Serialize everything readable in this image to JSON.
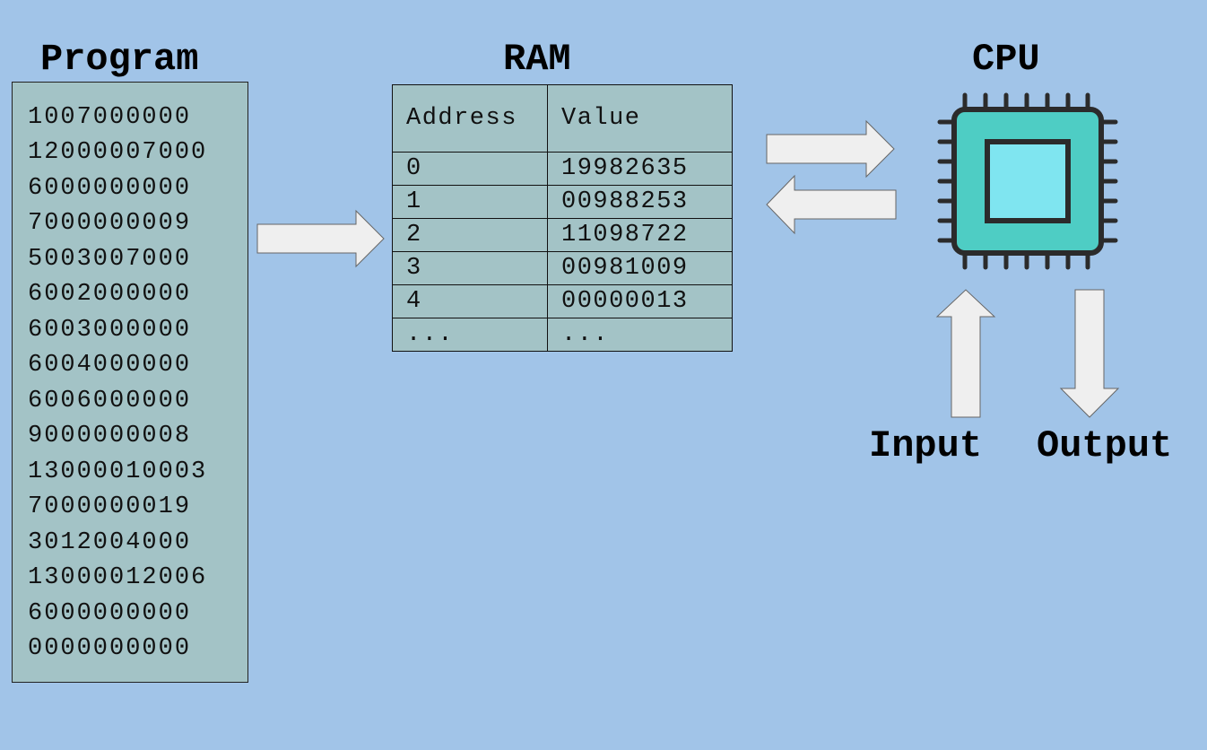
{
  "program": {
    "title": "Program",
    "lines": [
      "1007000000",
      "12000007000",
      "6000000000",
      "7000000009",
      "5003007000",
      "6002000000",
      "6003000000",
      "6004000000",
      "6006000000",
      "9000000008",
      "13000010003",
      "7000000019",
      "3012004000",
      "13000012006",
      "6000000000",
      "0000000000"
    ]
  },
  "ram": {
    "title": "RAM",
    "headers": {
      "address": "Address",
      "value": "Value"
    },
    "rows": [
      {
        "address": "0",
        "value": "19982635"
      },
      {
        "address": "1",
        "value": "00988253"
      },
      {
        "address": "2",
        "value": "11098722"
      },
      {
        "address": "3",
        "value": "00981009"
      },
      {
        "address": "4",
        "value": "00000013"
      },
      {
        "address": "...",
        "value": "..."
      }
    ]
  },
  "cpu": {
    "title": "CPU",
    "input_label": "Input",
    "output_label": "Output"
  },
  "colors": {
    "background": "#a1c4e8",
    "box_fill": "#a3c3c6",
    "arrow_fill": "#efefef",
    "chip_outer": "#4ecdc4",
    "chip_inner": "#7fe5f0",
    "chip_stroke": "#2b2b2b"
  }
}
